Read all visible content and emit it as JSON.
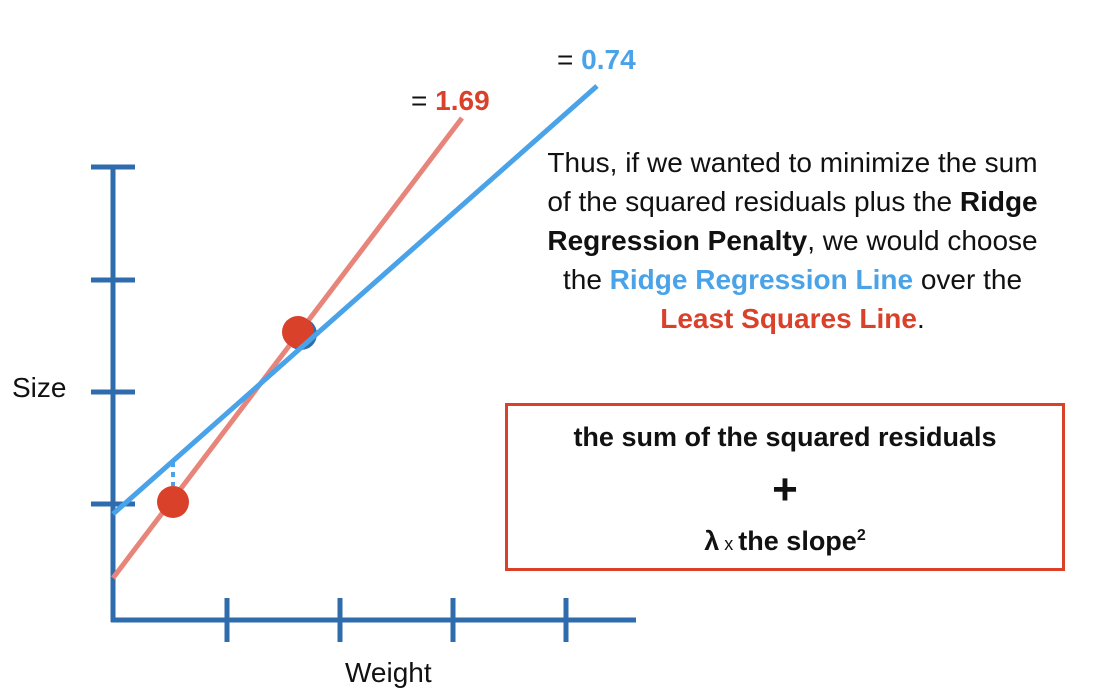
{
  "axes": {
    "y_label": "Size",
    "x_label": "Weight"
  },
  "colors": {
    "axis": "#2f6cae",
    "ridge_line": "#4aa3e8",
    "least_squares_line": "#e8857a",
    "point": "#d9412b",
    "text_red": "#d9412b",
    "text_blue": "#4aa3e8"
  },
  "lines": {
    "least_squares": {
      "eq": "= ",
      "slope": "1.69"
    },
    "ridge": {
      "eq": "= ",
      "slope": "0.74"
    }
  },
  "points_count": 2,
  "explanation": {
    "part1": "Thus, if we wanted to minimize the sum of the squared residuals plus the ",
    "bold1": "Ridge Regression Penalty",
    "part2": ", we would choose the ",
    "blue": "Ridge Regression Line",
    "part3": " over the ",
    "red": "Least Squares Line",
    "part4": "."
  },
  "formula": {
    "line1": "the sum of the squared residuals",
    "plus": "+",
    "lambda": "λ",
    "times": " x ",
    "slope_text": "the slope",
    "exponent": "2"
  }
}
